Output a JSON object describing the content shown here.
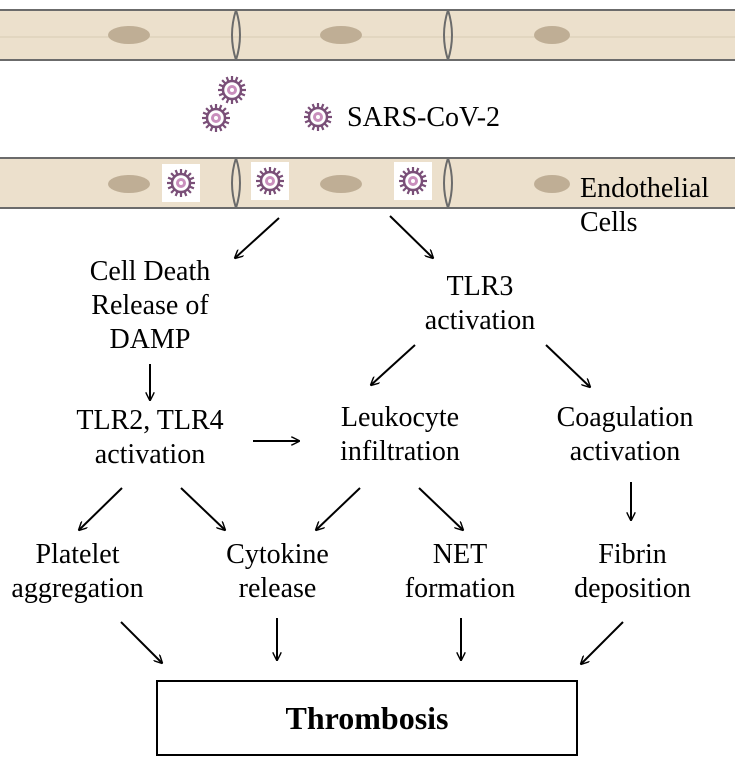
{
  "virus_label": "SARS-CoV-2",
  "endothelial_label": [
    "Endothelial",
    "Cells"
  ],
  "nodes": {
    "cell_death": [
      "Cell Death",
      "Release of",
      "DAMP"
    ],
    "tlr3": [
      "TLR3",
      "activation"
    ],
    "tlr2_tlr4": [
      "TLR2, TLR4",
      "activation"
    ],
    "leukocyte": [
      "Leukocyte",
      "infiltration"
    ],
    "coagulation": [
      "Coagulation",
      "activation"
    ],
    "platelet": [
      "Platelet",
      "aggregation"
    ],
    "cytokine": [
      "Cytokine",
      "release"
    ],
    "net": [
      "NET",
      "formation"
    ],
    "fibrin": [
      "Fibrin",
      "deposition"
    ]
  },
  "outcome": "Thrombosis",
  "colors": {
    "cell_fill": "#ece0cc",
    "cell_border": "#6b6b6b",
    "nucleus": "#bfae95",
    "virion_spike": "#7a4f78",
    "virion_core": "#c98fbd",
    "arrow": "#000000"
  }
}
